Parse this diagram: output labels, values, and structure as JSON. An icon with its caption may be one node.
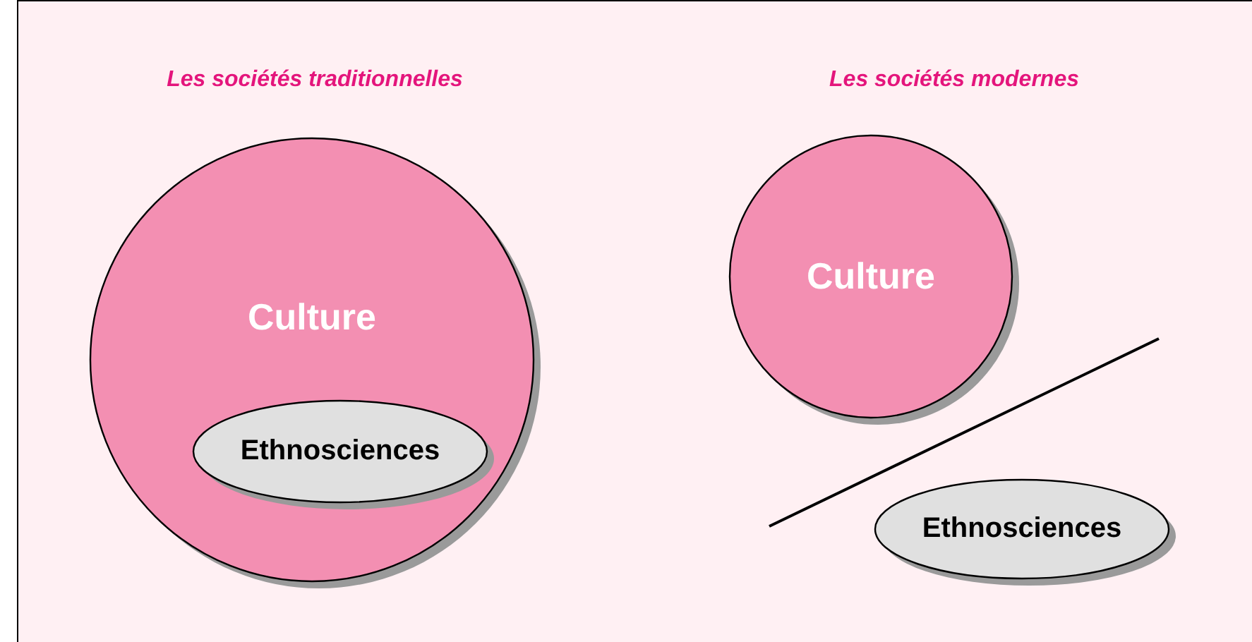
{
  "diagram": {
    "nodes": [
      {
        "text": [
          "Culture"
        ]
      },
      {
        "text": [
          "Ethnosciences"
        ],
        "in": 0
      },
      {
        "text": [
          "Culture"
        ]
      },
      {
        "text": [
          "Ethnosciences"
        ]
      }
    ],
    "labels": [
      "Les sociétés traditionnelles",
      "Les sociétés modernes"
    ]
  }
}
